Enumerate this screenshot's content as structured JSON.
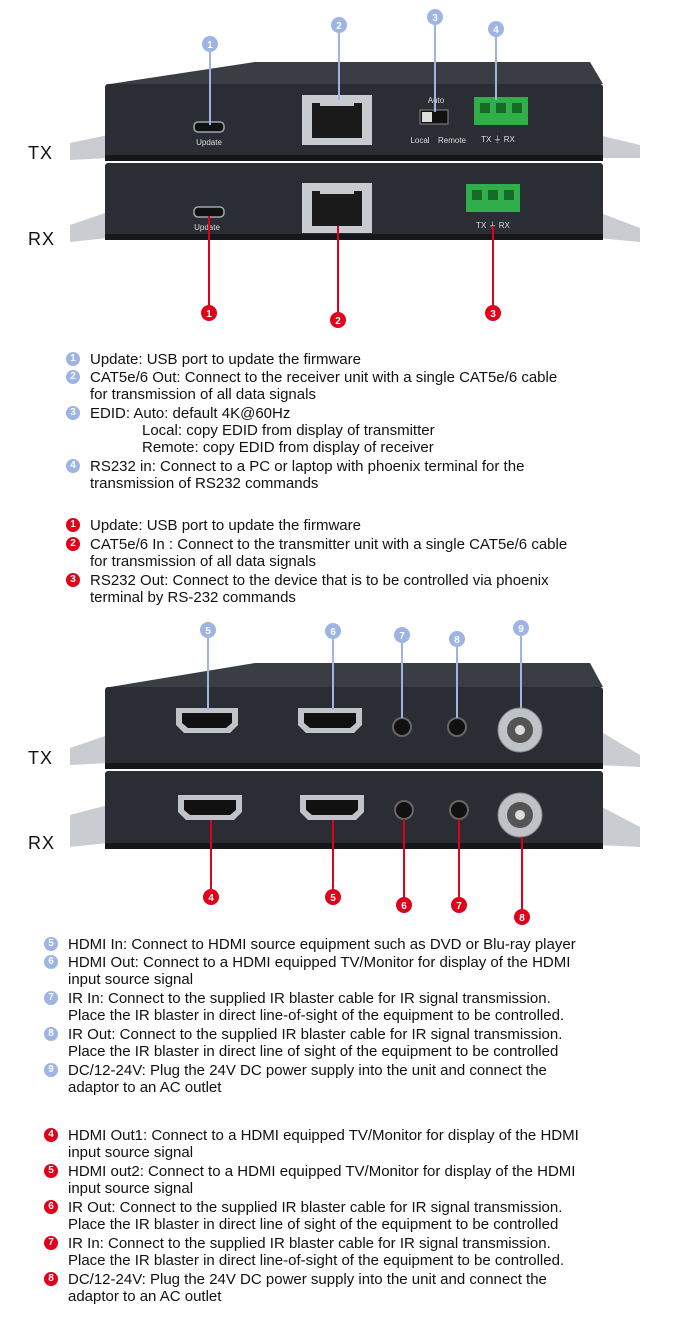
{
  "top_figure": {
    "callouts_blue": [
      "1",
      "2",
      "3",
      "4"
    ],
    "callouts_red": [
      "1",
      "2",
      "3"
    ],
    "tx_label": "TX",
    "rx_label": "RX",
    "port_labels": {
      "update_tx": "Update",
      "update_rx": "Update",
      "auto": "Auto",
      "local": "Local",
      "remote": "Remote",
      "txrx_tx": "TX ⏚ RX",
      "txrx_rx": "TX ⏚ RX"
    }
  },
  "list_tx_top": [
    {
      "num": "1",
      "lines": [
        "Update: USB port to update the firmware"
      ]
    },
    {
      "num": "2",
      "lines": [
        "CAT5e/6 Out: Connect to the receiver unit with a single CAT5e/6 cable",
        "for transmission of all data signals"
      ]
    },
    {
      "num": "3",
      "lines": [
        "EDID: Auto: default 4K@60Hz",
        "Local: copy EDID from display of transmitter",
        "Remote: copy EDID from display of receiver"
      ]
    },
    {
      "num": "4",
      "lines": [
        "RS232 in: Connect to a PC or laptop with phoenix terminal for the",
        "transmission of RS232 commands"
      ]
    }
  ],
  "list_rx_top": [
    {
      "num": "1",
      "lines": [
        "Update: USB port to update the firmware"
      ]
    },
    {
      "num": "2",
      "lines": [
        "CAT5e/6 In : Connect to the transmitter unit with a single CAT5e/6 cable",
        "for transmission of all data signals"
      ]
    },
    {
      "num": "3",
      "lines": [
        "RS232 Out: Connect to the device that is to be controlled via phoenix",
        "terminal by RS-232 commands"
      ]
    }
  ],
  "bottom_figure": {
    "callouts_blue": [
      "5",
      "6",
      "7",
      "8",
      "9"
    ],
    "callouts_red": [
      "4",
      "5",
      "6",
      "7",
      "8"
    ],
    "tx_label": "TX",
    "rx_label": "RX"
  },
  "list_tx_bottom": [
    {
      "num": "5",
      "lines": [
        "HDMI In: Connect to HDMI source equipment such as DVD or Blu-ray player"
      ]
    },
    {
      "num": "6",
      "lines": [
        "HDMI Out: Connect to a HDMI equipped TV/Monitor for display of the HDMI",
        "input source signal"
      ]
    },
    {
      "num": "7",
      "lines": [
        "IR In: Connect to the supplied IR blaster cable for IR signal transmission.",
        "Place the IR blaster in direct line-of-sight of the equipment to be controlled."
      ]
    },
    {
      "num": "8",
      "lines": [
        "IR Out: Connect to the supplied IR blaster cable for IR signal transmission.",
        "Place the IR blaster in direct line of sight of the equipment to be controlled"
      ]
    },
    {
      "num": "9",
      "lines": [
        "DC/12-24V: Plug the 24V DC power supply into the unit and connect the",
        "adaptor to an AC outlet"
      ]
    }
  ],
  "list_rx_bottom": [
    {
      "num": "4",
      "lines": [
        "HDMI Out1: Connect to a HDMI equipped TV/Monitor for display of the HDMI",
        "input source signal"
      ]
    },
    {
      "num": "5",
      "lines": [
        "HDMI out2: Connect to a HDMI equipped TV/Monitor for display of the HDMI",
        "input source signal"
      ]
    },
    {
      "num": "6",
      "lines": [
        "IR Out: Connect to the supplied IR blaster cable for IR signal transmission.",
        "Place the IR blaster in direct line of sight of the equipment to be controlled"
      ]
    },
    {
      "num": "7",
      "lines": [
        "IR In: Connect to the supplied IR blaster cable for IR signal transmission.",
        "Place the IR blaster in direct line-of-sight of the equipment to be controlled."
      ]
    },
    {
      "num": "8",
      "lines": [
        "DC/12-24V: Plug the 24V DC power supply into the unit and connect the",
        "adaptor to an AC outlet"
      ]
    }
  ],
  "colors": {
    "blue_badge": "#9db4e4",
    "red_badge": "#e0001a",
    "device_body": "#2a2d33",
    "terminal_green": "#2fae4a"
  }
}
